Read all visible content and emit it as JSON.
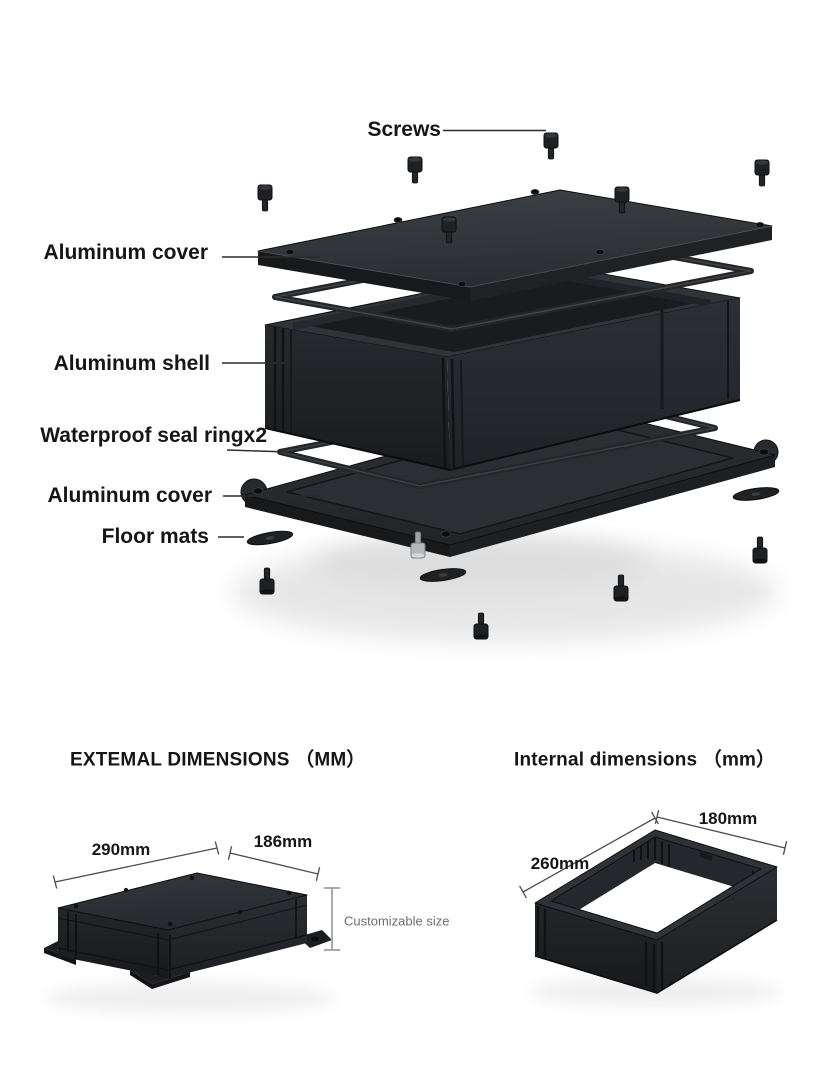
{
  "product": "waterproof aluminum enclosure exploded diagram",
  "colors": {
    "background": "#ffffff",
    "enclosure_dark": "#26292d",
    "enclosure_top_face": "#393d42",
    "silver_screw": "#b4b8bb",
    "label_text": "#161616",
    "dim_note_gray": "#6e6e6e"
  },
  "exploded": {
    "labels": {
      "screws": "Screws",
      "top_cover": "Aluminum cover",
      "shell": "Aluminum shell",
      "seal_ring": "Waterproof seal ringx2",
      "bottom_cover": "Aluminum cover",
      "floor_mats": "Floor mats"
    },
    "visible_counts": {
      "top_screws": 6,
      "bottom_screws": 5,
      "floor_mats": 3,
      "seal_rings": 2
    }
  },
  "external_section": {
    "heading": "EXTEMAL DIMENSIONS （MM）",
    "width_label": "290mm",
    "depth_label": "186mm",
    "height_note": "Customizable size"
  },
  "internal_section": {
    "heading": "Internal dimensions （mm）",
    "width_label": "260mm",
    "depth_label": "180mm"
  }
}
